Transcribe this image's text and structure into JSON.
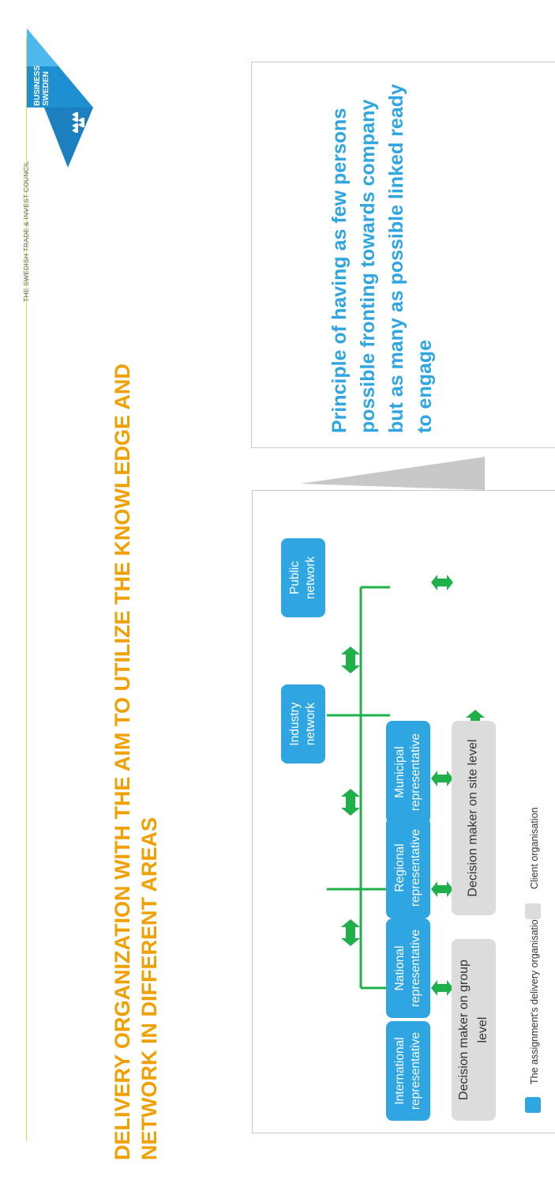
{
  "header": {
    "council_text": "THE SWEDISH TRADE & INVEST COUNCIL",
    "logo_text": "BUSINESS SWEDEN",
    "title_line1": "DELIVERY ORGANIZATION WITH THE AIM TO UTILIZE THE KNOWLEDGE AND",
    "title_line2": "NETWORK IN DIFFERENT AREAS"
  },
  "diagram": {
    "networks": [
      "Public network",
      "Industry network"
    ],
    "representatives": [
      [
        "Municipal",
        "representative"
      ],
      [
        "Regional",
        "representative"
      ],
      [
        "National",
        "representative"
      ],
      [
        "International",
        "representative"
      ]
    ],
    "decision_makers": [
      [
        "Decision maker on site level"
      ],
      [
        "Decision maker on group",
        "level"
      ]
    ]
  },
  "legend": {
    "delivery": "The assignment's delivery organisation",
    "client": "Client organisation"
  },
  "principle": "Principle of having as few persons possible fronting towards company but as many as possible linked ready to engage",
  "colors": {
    "accent_blue": "#2fa5e2",
    "title_orange": "#f0a000",
    "line_green": "#1fb04a",
    "grey": "#dcdcdc"
  }
}
